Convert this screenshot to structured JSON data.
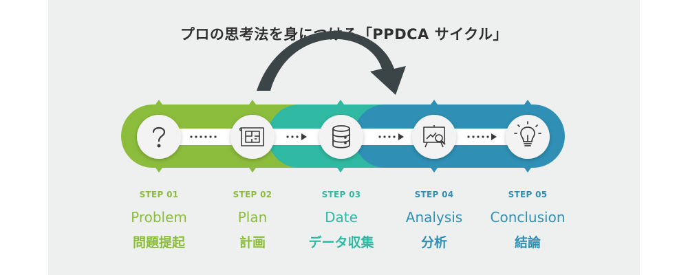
{
  "title": "プロの思考法を身につける「PPDCA サイクル」",
  "colors": {
    "green": "#8cbc3c",
    "teal": "#2fb9a2",
    "blue": "#2f8fb4",
    "arrow": "#3b4446",
    "circle": "#f2f3f2",
    "icon": "#3a3a3a",
    "background": "#eef0ef"
  },
  "steps": [
    {
      "label": "STEP 01",
      "name_en": "Problem",
      "name_ja": "問題提起",
      "icon": "question-icon",
      "color": "#8cbc3c"
    },
    {
      "label": "STEP 02",
      "name_en": "Plan",
      "name_ja": "計画",
      "icon": "blueprint-icon",
      "color": "#8cbc3c"
    },
    {
      "label": "STEP 03",
      "name_en": "Date",
      "name_ja": "データ収集",
      "icon": "database-icon",
      "color": "#2fb9a2"
    },
    {
      "label": "STEP 04",
      "name_en": "Analysis",
      "name_ja": "分析",
      "icon": "analysis-icon",
      "color": "#2f8fb4"
    },
    {
      "label": "STEP 05",
      "name_en": "Conclusion",
      "name_ja": "結論",
      "icon": "lightbulb-icon",
      "color": "#2f8fb4"
    }
  ]
}
